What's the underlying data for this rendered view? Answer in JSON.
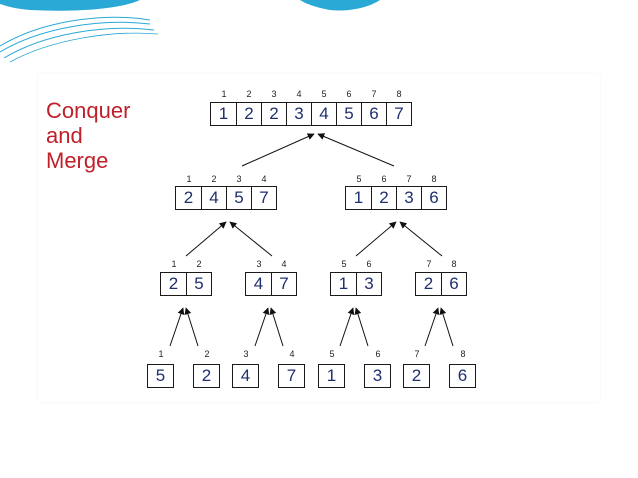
{
  "title_lines": [
    "Conquer",
    "and",
    "Merge"
  ],
  "colors": {
    "title": "#c0202a",
    "digits": "#1f2f6e",
    "decoration": "#2aa9d6"
  },
  "diagram": {
    "level0": [
      {
        "indices": [
          "1",
          "2",
          "3",
          "4",
          "5",
          "6",
          "7",
          "8"
        ],
        "values": [
          "1",
          "2",
          "2",
          "3",
          "4",
          "5",
          "6",
          "7"
        ]
      }
    ],
    "level1": [
      {
        "indices": [
          "1",
          "2",
          "3",
          "4"
        ],
        "values": [
          "2",
          "4",
          "5",
          "7"
        ]
      },
      {
        "indices": [
          "5",
          "6",
          "7",
          "8"
        ],
        "values": [
          "1",
          "2",
          "3",
          "6"
        ]
      }
    ],
    "level2": [
      {
        "indices": [
          "1",
          "2"
        ],
        "values": [
          "2",
          "5"
        ]
      },
      {
        "indices": [
          "3",
          "4"
        ],
        "values": [
          "4",
          "7"
        ]
      },
      {
        "indices": [
          "5",
          "6"
        ],
        "values": [
          "1",
          "3"
        ]
      },
      {
        "indices": [
          "7",
          "8"
        ],
        "values": [
          "2",
          "6"
        ]
      }
    ],
    "level3": [
      {
        "indices": [
          "1"
        ],
        "values": [
          "5"
        ]
      },
      {
        "indices": [
          "2"
        ],
        "values": [
          "2"
        ]
      },
      {
        "indices": [
          "3"
        ],
        "values": [
          "4"
        ]
      },
      {
        "indices": [
          "4"
        ],
        "values": [
          "7"
        ]
      },
      {
        "indices": [
          "5"
        ],
        "values": [
          "1"
        ]
      },
      {
        "indices": [
          "6"
        ],
        "values": [
          "3"
        ]
      },
      {
        "indices": [
          "7"
        ],
        "values": [
          "2"
        ]
      },
      {
        "indices": [
          "8"
        ],
        "values": [
          "6"
        ]
      }
    ]
  }
}
